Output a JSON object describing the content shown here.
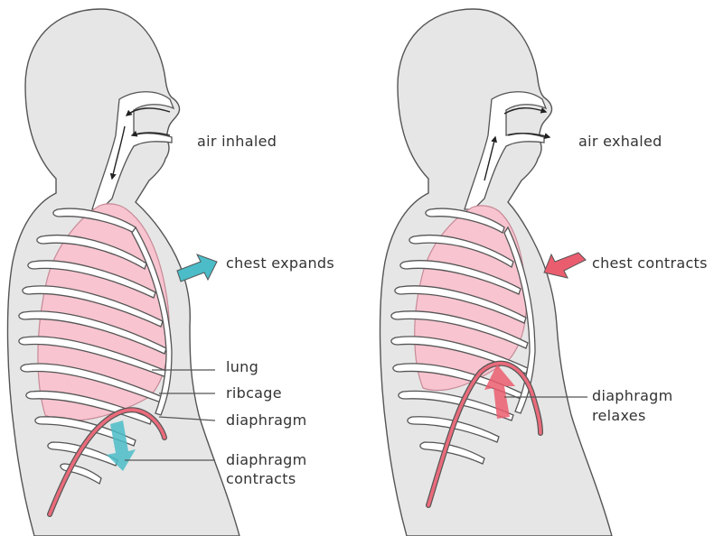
{
  "colors": {
    "body": "#e6e6e6",
    "outline": "#555555",
    "lung": "#f7c4cf",
    "diaphragm": "#ea6b7b",
    "expand_arrow": "#4bbcc8",
    "contract_arrow": "#ea5d6f"
  },
  "inhale": {
    "air_label": "air inhaled",
    "chest_label": "chest expands",
    "lung_label": "lung",
    "ribcage_label": "ribcage",
    "diaphragm_label": "diaphragm",
    "diaphragm_action_line1": "diaphragm",
    "diaphragm_action_line2": "contracts"
  },
  "exhale": {
    "air_label": "air exhaled",
    "chest_label": "chest contracts",
    "diaphragm_action_line1": "diaphragm",
    "diaphragm_action_line2": "relaxes"
  },
  "icons": [
    "chest-expand-arrow-icon",
    "chest-contract-arrow-icon",
    "diaphragm-down-arrow-icon",
    "diaphragm-up-arrow-icon",
    "airflow-arrow-icon"
  ]
}
